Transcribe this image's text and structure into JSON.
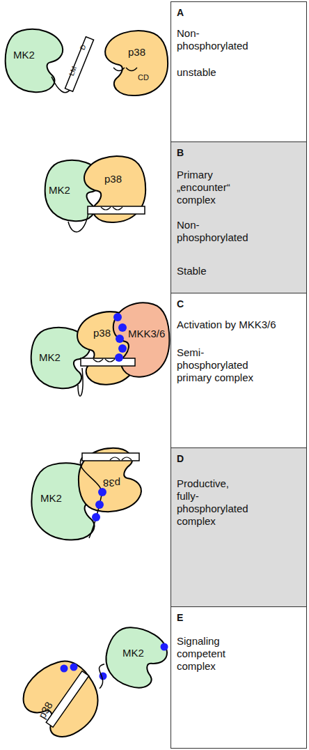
{
  "diagram": {
    "nodes": [
      {
        "text": [
          "MK2"
        ]
      },
      {
        "text": [
          "p38",
          "CD"
        ]
      },
      {
        "text": [
          "A",
          "Non-phosphorylated",
          "unstable"
        ]
      },
      {
        "text": [
          "MK2"
        ]
      },
      {
        "text": [
          "p38"
        ]
      },
      {
        "text": [
          "B",
          "Primary „encounter“ complex",
          "Non-phosphorylated",
          "Stable"
        ]
      },
      {
        "text": [
          "MK2"
        ]
      },
      {
        "text": [
          "p38"
        ]
      },
      {
        "text": [
          "MKK3/6"
        ]
      },
      {
        "text": [
          "C",
          "Activation by MKK3/6",
          "Semi-phosphorylated primary complex"
        ]
      },
      {
        "text": [
          "MK2"
        ]
      },
      {
        "text": [
          "p38"
        ]
      },
      {
        "text": [
          "D",
          "Productive, fully-phosphorylated complex"
        ]
      },
      {
        "text": [
          "p38"
        ]
      },
      {
        "text": [
          "MK2"
        ]
      },
      {
        "text": [
          "E",
          "Signaling competent complex"
        ]
      }
    ],
    "edges": [
      {
        "from": 14,
        "to": 13,
        "arrow": "none"
      }
    ],
    "labels": [
      "D",
      "LM"
    ]
  }
}
